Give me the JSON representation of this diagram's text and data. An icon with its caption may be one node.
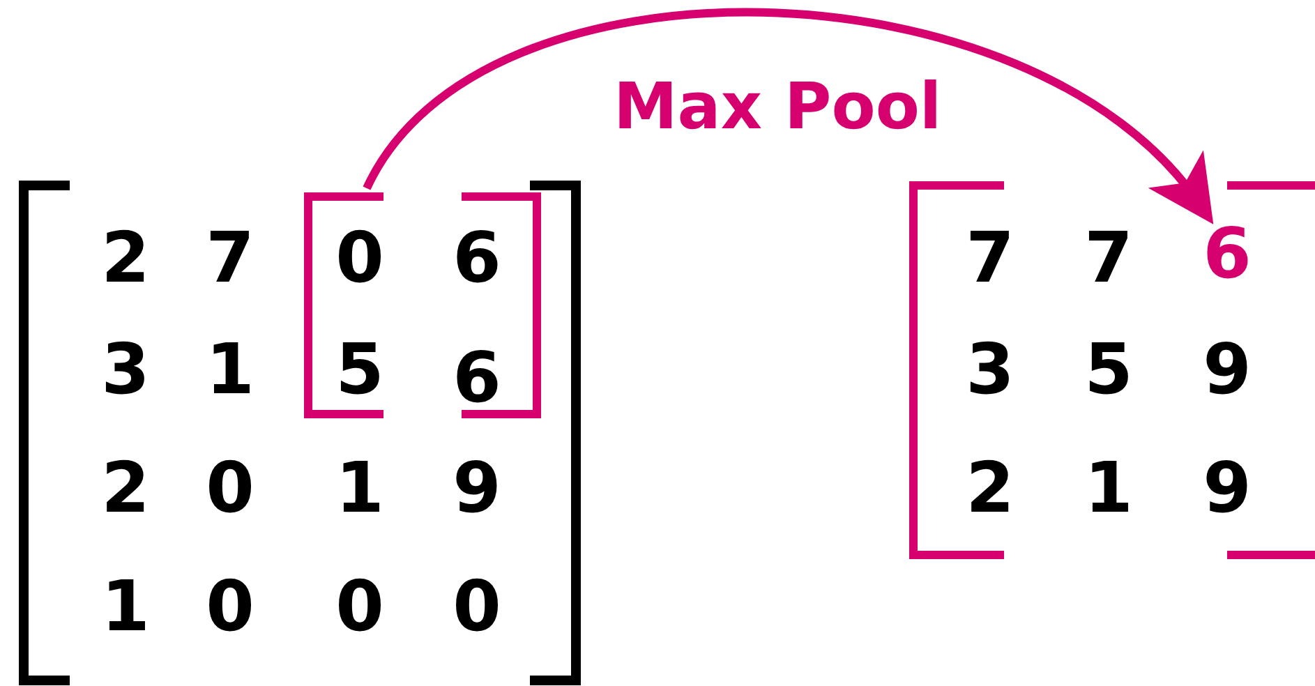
{
  "diagram": {
    "nodes": [
      {
        "text": [],
        "shape": "box"
      },
      {
        "text": [
          "6"
        ]
      }
    ],
    "edges": [
      {
        "from": 0,
        "to": 1,
        "arrow": "to",
        "label": "Max Pool"
      }
    ],
    "labels": [
      "2",
      "7",
      "0",
      "6",
      "3",
      "1",
      "5",
      "6",
      "2",
      "0",
      "1",
      "9",
      "1",
      "0",
      "0",
      "0",
      "7",
      "7",
      "3",
      "5",
      "9",
      "2",
      "1",
      "9"
    ]
  }
}
